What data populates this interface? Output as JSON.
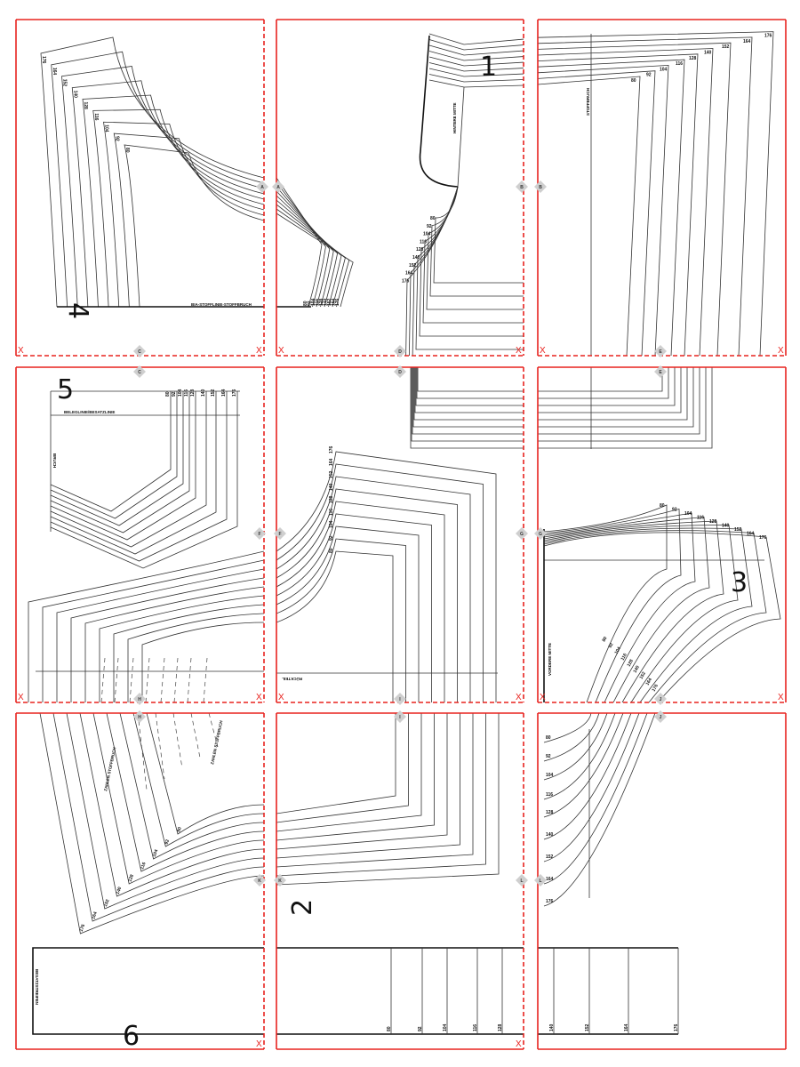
{
  "sheet": {
    "sizes": [
      "80",
      "92",
      "104",
      "116",
      "128",
      "140",
      "152",
      "164",
      "176"
    ],
    "piece_numbers": {
      "p1": "1",
      "p2": "2",
      "p3": "3",
      "p4": "4",
      "p5": "5",
      "p6": "6"
    },
    "markers": [
      "A",
      "B",
      "C",
      "D",
      "E",
      "F",
      "G",
      "H",
      "I",
      "J",
      "K",
      "L"
    ],
    "labels": {
      "fold_4": "BIA-STOFFLINIE-STOFFBRUCH",
      "center_1": "HINTERE MITTE",
      "fold_1": "STOFFBRUCH",
      "facing_5": "BELEGLINIE/BESATZLINIE",
      "fold_5": "BRUCH",
      "back_2": "RÜCKTEIL",
      "front_3": "VORDERE MITTE",
      "notch_2": "ZAHLEN STOFFBRUCH",
      "strip_6": "BESATZSTREIFEN"
    },
    "cut_mark": "X",
    "colors": {
      "tile_border": "#e8231f",
      "line": "#333333",
      "marker": "#cfcfcf"
    }
  }
}
